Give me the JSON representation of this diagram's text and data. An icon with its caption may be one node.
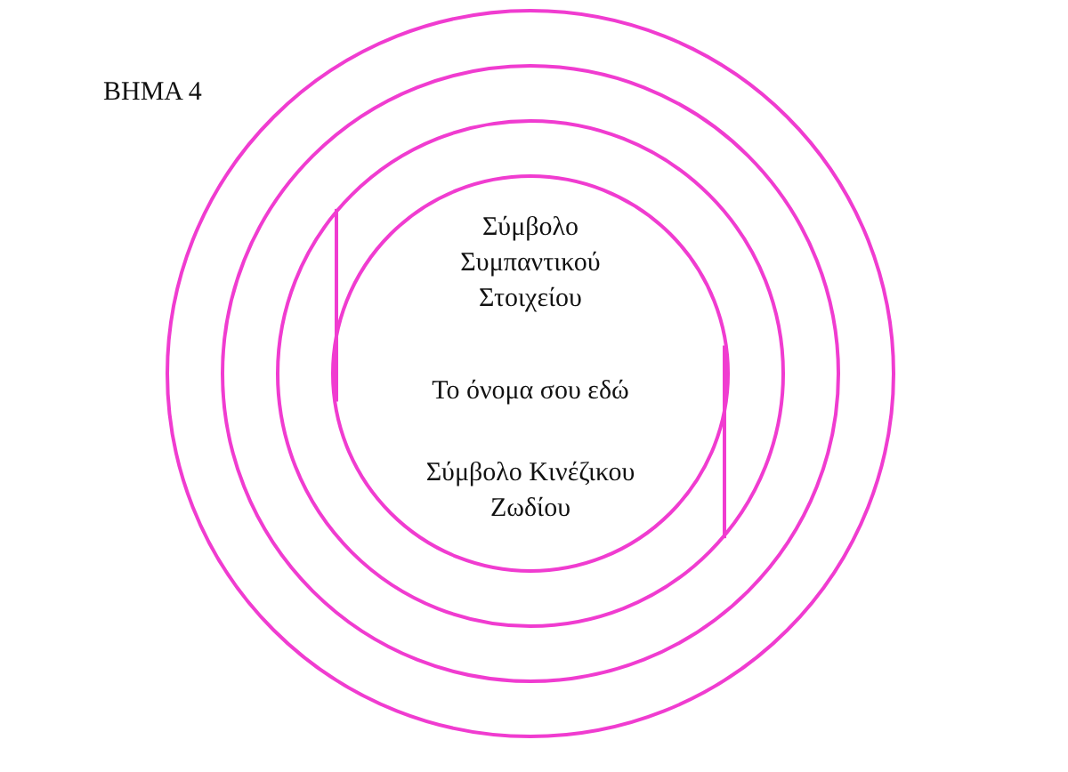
{
  "diagram": {
    "title": "ΒΗΜΑ 4",
    "nodes": [
      {
        "text": [],
        "shape": "circle"
      },
      {
        "text": [],
        "shape": "circle",
        "in": 0
      },
      {
        "text": [],
        "shape": "circle",
        "in": 1
      },
      {
        "text": [
          "Σύμβολο Συμπαντικού Στοιχείου",
          "Το όνομα σου εδώ",
          "Σύμβολο Κινέζικου Ζωδίου"
        ],
        "in": 2
      }
    ],
    "edges": [
      {
        "from": 2,
        "to": 3,
        "arrow": "none"
      },
      {
        "from": 3,
        "to": 2,
        "arrow": "none"
      }
    ]
  }
}
